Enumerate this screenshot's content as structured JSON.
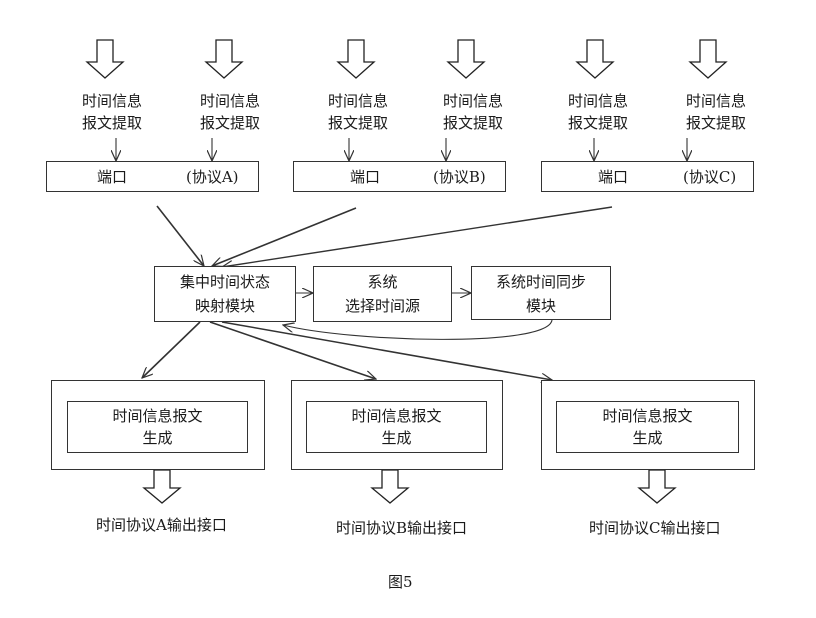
{
  "inputs": [
    {
      "line1": "时间信息",
      "line2": "报文提取"
    },
    {
      "line1": "时间信息",
      "line2": "报文提取"
    },
    {
      "line1": "时间信息",
      "line2": "报文提取"
    },
    {
      "line1": "时间信息",
      "line2": "报文提取"
    },
    {
      "line1": "时间信息",
      "line2": "报文提取"
    },
    {
      "line1": "时间信息",
      "line2": "报文提取"
    }
  ],
  "ports": [
    {
      "port": "端口",
      "protocol": "(协议A)"
    },
    {
      "port": "端口",
      "protocol": "(协议B)"
    },
    {
      "port": "端口",
      "protocol": "(协议C)"
    }
  ],
  "central": {
    "line1": "集中时间状态",
    "line2": "映射模块"
  },
  "selector": {
    "line1": "系统",
    "line2": "选择时间源"
  },
  "sync": {
    "line1": "系统时间同步",
    "line2": "模块"
  },
  "generators": [
    {
      "line1": "时间信息报文",
      "line2": "生成"
    },
    {
      "line1": "时间信息报文",
      "line2": "生成"
    },
    {
      "line1": "时间信息报文",
      "line2": "生成"
    }
  ],
  "outputs": [
    "时间协议A输出接口",
    "时间协议B输出接口",
    "时间协议C输出接口"
  ],
  "caption": "图5"
}
